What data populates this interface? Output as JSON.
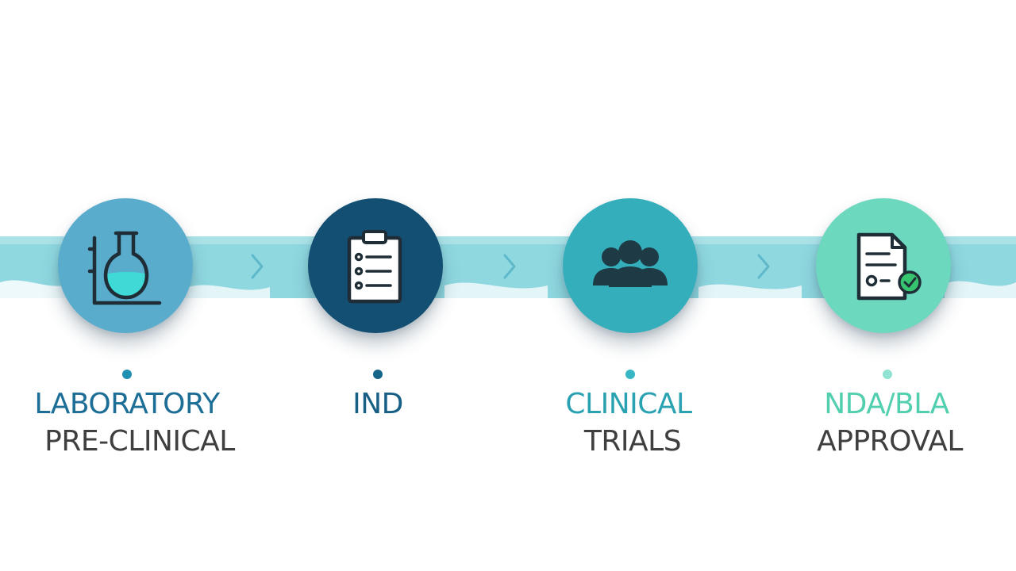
{
  "colors": {
    "band": "#8fd8e0",
    "band_light": "#c9eef2",
    "chevron": "#5fb8c9"
  },
  "stages": [
    {
      "title": "LABORATORY",
      "subtitle": "PRE-CLINICAL",
      "icon": "lab-flask-icon",
      "circle_color": "#5aaccc",
      "title_color": "#1d6e96",
      "dot_color": "#1f8fb2"
    },
    {
      "title": "IND",
      "subtitle": "",
      "icon": "clipboard-checklist-icon",
      "circle_color": "#134f72",
      "title_color": "#175f85",
      "dot_color": "#176489"
    },
    {
      "title": "CLINICAL",
      "subtitle": "TRIALS",
      "icon": "people-group-icon",
      "circle_color": "#35aebc",
      "title_color": "#2aa2b2",
      "dot_color": "#36b7c3"
    },
    {
      "title": "NDA/BLA",
      "subtitle": "APPROVAL",
      "icon": "approval-document-icon",
      "circle_color": "#6cd8be",
      "title_color": "#52cfae",
      "dot_color": "#8fe3d0"
    }
  ]
}
